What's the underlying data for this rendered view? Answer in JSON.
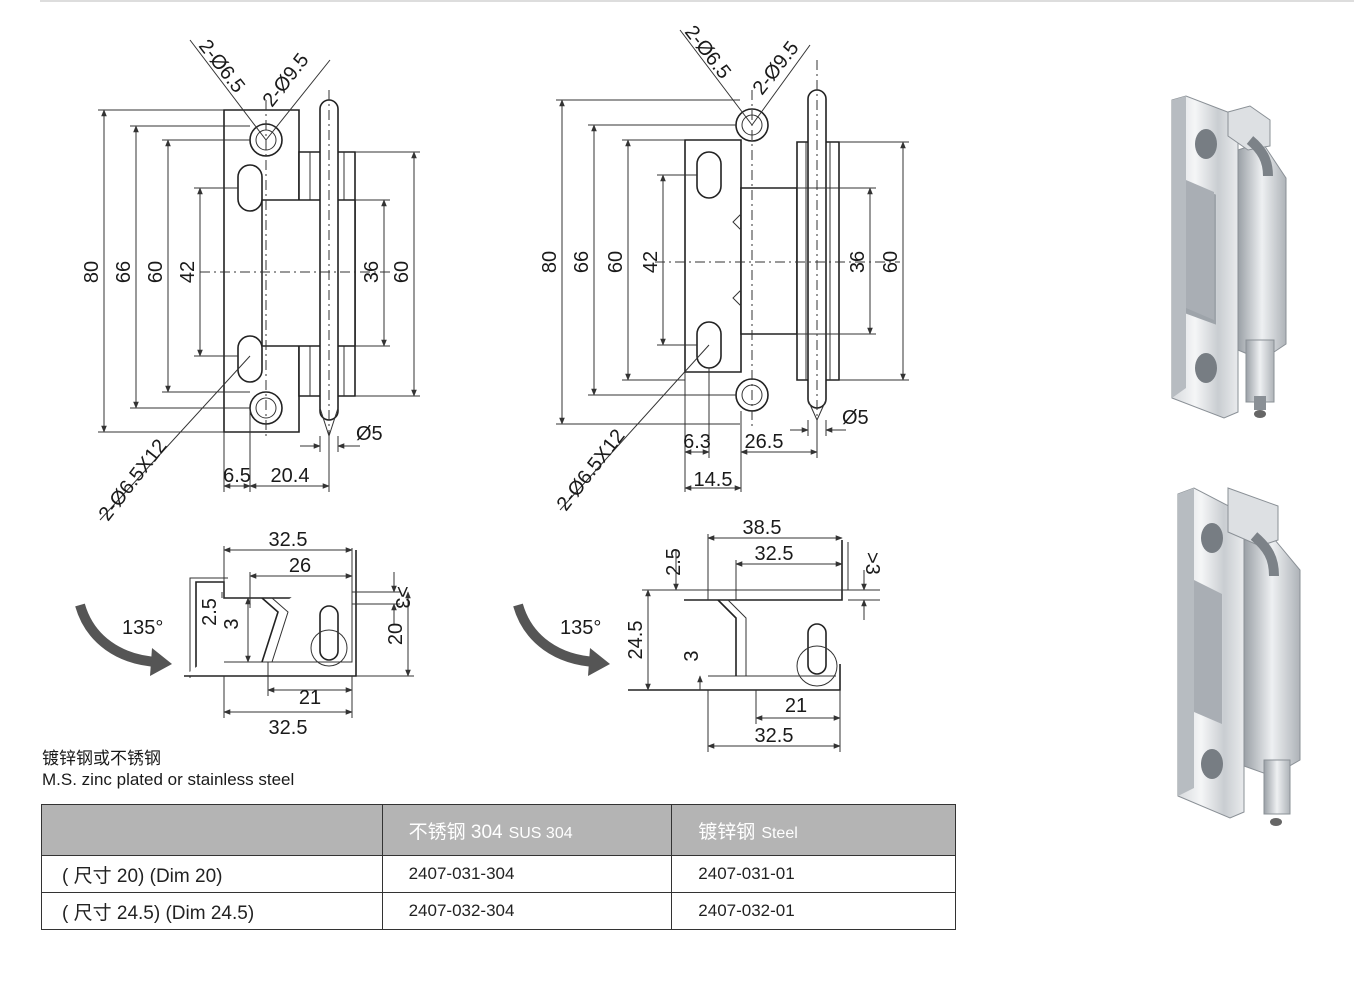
{
  "drawing_a": {
    "hole_top_left": "2-Ø6.5",
    "hole_top_right": "2-Ø9.5",
    "slot": "2-Ø6.5X12",
    "dims_vertical": [
      "80",
      "66",
      "60",
      "42",
      "36",
      "60"
    ],
    "dims_bottom": [
      "6.5",
      "20.4"
    ],
    "pin": "Ø5"
  },
  "drawing_b": {
    "hole_top_left": "2-Ø6.5",
    "hole_top_right": "2-Ø9.5",
    "slot": "2-Ø6.5X12",
    "dims_vertical": [
      "80",
      "66",
      "60",
      "42",
      "36",
      "60"
    ],
    "dims_bottom": [
      "6.3",
      "26.5",
      "14.5"
    ],
    "pin": "Ø5"
  },
  "section_a": {
    "angle": "135°",
    "top_outer": "32.5",
    "top_inner": "26",
    "gap": ">3",
    "left_small": "2.5",
    "left_small2": "3",
    "height": "20",
    "bottom_inner": "21",
    "bottom_outer": "32.5"
  },
  "section_b": {
    "angle": "135°",
    "top_outer": "38.5",
    "top_inner": "32.5",
    "gap": ">3",
    "left_small": "2.5",
    "left_small2": "3",
    "height": "24.5",
    "bottom_inner": "21",
    "bottom_outer": "32.5"
  },
  "material": {
    "cn": "镀锌钢或不锈钢",
    "en": "M.S. zinc plated or stainless steel"
  },
  "table": {
    "header_col2_cn": "不锈钢 304",
    "header_col2_en": "SUS 304",
    "header_col3_cn": "镀锌钢",
    "header_col3_en": "Steel",
    "rows": [
      {
        "dim": "( 尺寸 20) (Dim 20)",
        "sus": "2407-031-304",
        "steel": "2407-031-01"
      },
      {
        "dim": "( 尺寸 24.5) (Dim 24.5)",
        "sus": "2407-032-304",
        "steel": "2407-032-01"
      }
    ]
  },
  "colors": {
    "table_header": "#b4b4b4",
    "metal_light": "#eef0f2",
    "metal_dark": "#9aa0a6"
  }
}
